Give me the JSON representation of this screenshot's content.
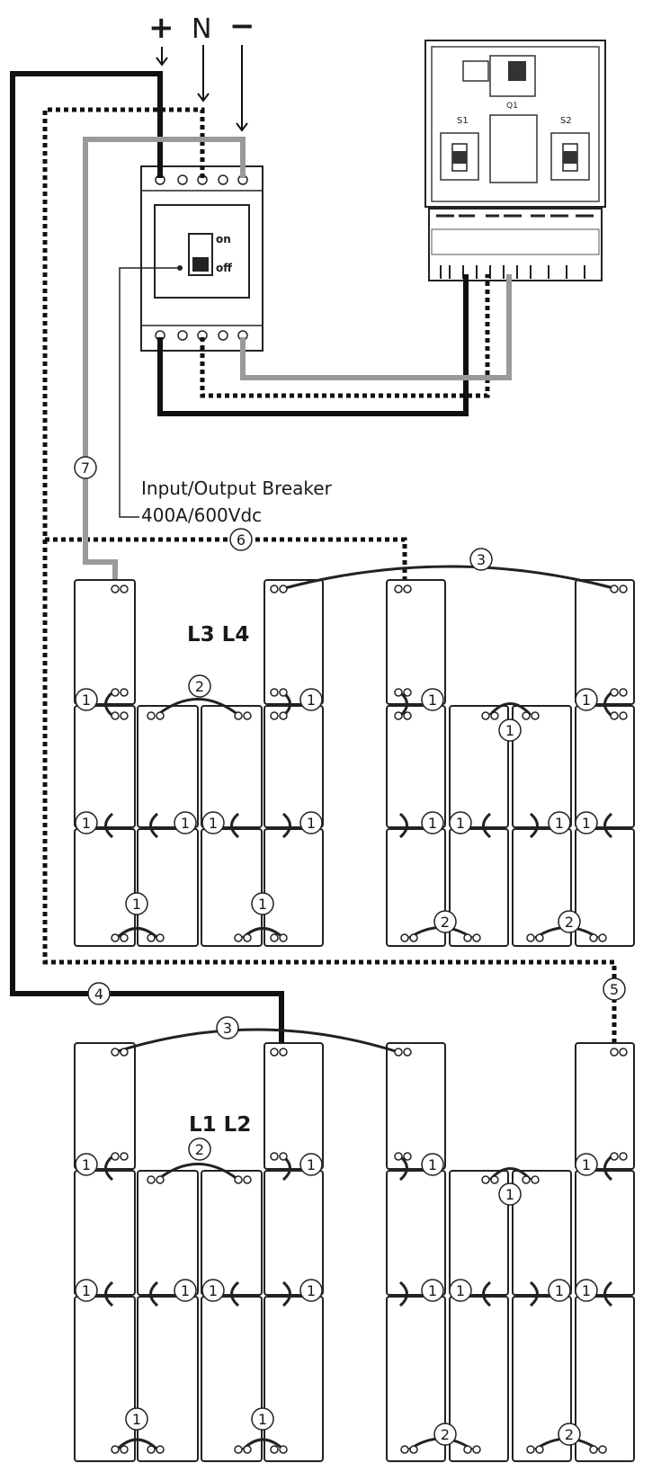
{
  "terminals": {
    "positive": "+",
    "neutral": "N",
    "negative": "−"
  },
  "breaker": {
    "on_label": "on",
    "off_label": "off",
    "caption_line1": "Input/Output Breaker",
    "caption_line2": "400A/600Vdc"
  },
  "cabinet": {
    "left_label": "S1",
    "right_label": "S2",
    "top_label": "Q1"
  },
  "groups": {
    "upper": "L3 L4",
    "lower": "L1 L2"
  },
  "connection_numbers": {
    "n1": "1",
    "n2": "2",
    "n3": "3",
    "n4": "4",
    "n5": "5",
    "n6": "6",
    "n7": "7"
  },
  "colors": {
    "positive_cable": "#111111",
    "negative_cable": "#9a9a9a",
    "neutral_cable": "#111111"
  }
}
